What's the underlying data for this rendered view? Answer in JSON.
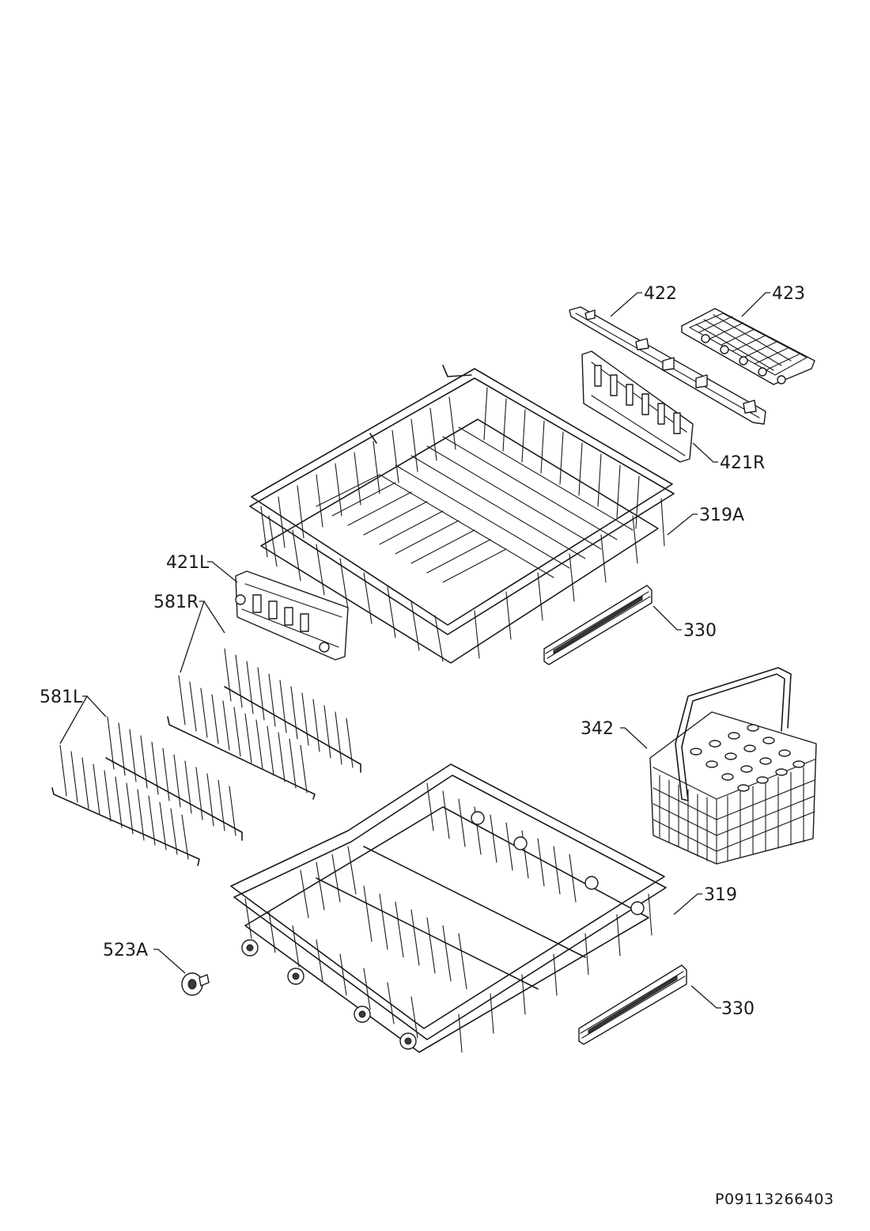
{
  "diagram": {
    "doc_code": "P09113266403",
    "labels": {
      "l422": "422",
      "l423": "423",
      "l421R": "421R",
      "l319A": "319A",
      "l421L": "421L",
      "l581R": "581R",
      "l330a": "330",
      "l581L": "581L",
      "l342": "342",
      "l319": "319",
      "l523A": "523A",
      "l330b": "330"
    }
  }
}
